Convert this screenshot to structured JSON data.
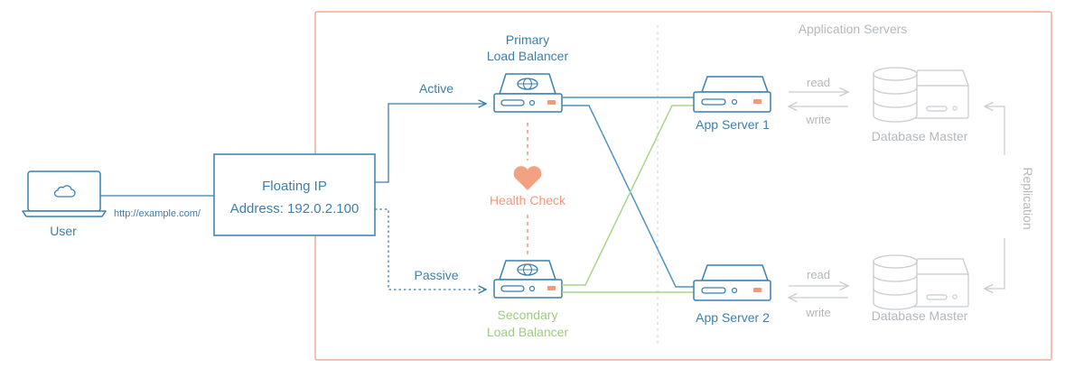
{
  "colors": {
    "blue": "#3b7fae",
    "blue_light": "#4f93c0",
    "orange": "#f0997b",
    "orange_border": "#f2aa97",
    "green": "#a8d58a",
    "green_text": "#9ccc7f",
    "gray": "#c8ccd0",
    "gray_text": "#b4b8bc",
    "dark_gray": "#9aa1a8"
  },
  "user": {
    "label": "User",
    "url": "http://example.com/",
    "icon": "laptop-cloud-icon"
  },
  "floating_ip": {
    "title": "Floating IP",
    "address": "Address: 192.0.2.100"
  },
  "links": {
    "active": "Active",
    "passive": "Passive"
  },
  "primary_lb": {
    "line1": "Primary",
    "line2": "Load Balancer",
    "icon": "load-balancer-icon"
  },
  "secondary_lb": {
    "line1": "Secondary",
    "line2": "Load Balancer",
    "icon": "load-balancer-icon"
  },
  "health_check": {
    "label": "Health Check",
    "icon": "heart-icon"
  },
  "app_servers": {
    "title": "Application Servers",
    "server1": "App Server 1",
    "server2": "App Server 2"
  },
  "database": {
    "master1": "Database Master",
    "master2": "Database Master",
    "read": "read",
    "write": "write",
    "replication": "Replication"
  }
}
